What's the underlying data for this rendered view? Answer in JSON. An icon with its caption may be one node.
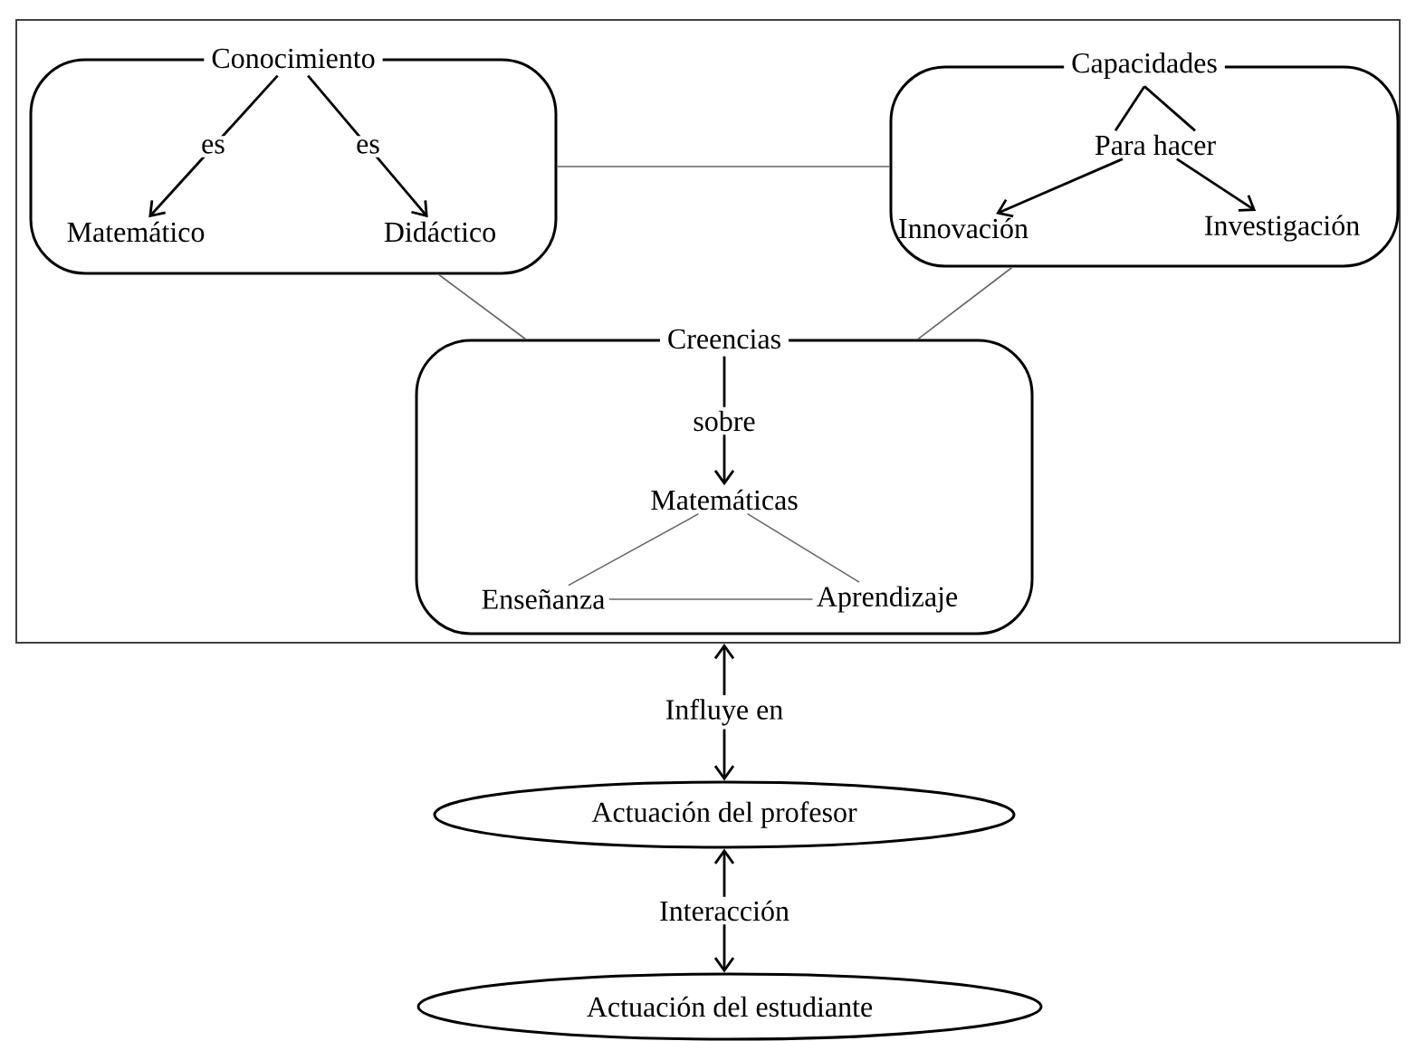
{
  "diagram": {
    "nodes": [
      {
        "text": [],
        "shape": "box"
      },
      {
        "text": [
          "Conocimiento"
        ],
        "in": 0
      },
      {
        "text": [
          "Matemático"
        ],
        "in": 1
      },
      {
        "text": [
          "Didáctico"
        ],
        "in": 1
      },
      {
        "text": [
          "Capacidades"
        ],
        "in": 0
      },
      {
        "text": [
          "Para hacer"
        ],
        "in": 4
      },
      {
        "text": [
          "Innovación"
        ],
        "in": 4
      },
      {
        "text": [
          "Investigación"
        ],
        "in": 4
      },
      {
        "text": [
          "Creencias"
        ],
        "in": 0
      },
      {
        "text": [
          "Matemáticas"
        ],
        "in": 8
      },
      {
        "text": [
          "Enseñanza"
        ],
        "in": 8
      },
      {
        "text": [
          "Aprendizaje"
        ],
        "in": 8
      },
      {
        "text": [
          "Actuación del profesor"
        ]
      },
      {
        "text": [
          "Actuación del estudiante"
        ]
      }
    ],
    "edges": [
      {
        "from": 1,
        "to": 2,
        "arrow": "to",
        "label": "es"
      },
      {
        "from": 1,
        "to": 3,
        "arrow": "to",
        "label": "es"
      },
      {
        "from": 1,
        "to": 4,
        "arrow": "none",
        "color": "#666666"
      },
      {
        "from": 1,
        "to": 8,
        "arrow": "none",
        "color": "#666666"
      },
      {
        "from": 4,
        "to": 8,
        "arrow": "none",
        "color": "#666666"
      },
      {
        "from": 4,
        "to": 5,
        "arrow": "none"
      },
      {
        "from": 4,
        "to": 5,
        "arrow": "none"
      },
      {
        "from": 5,
        "to": 6,
        "arrow": "to"
      },
      {
        "from": 5,
        "to": 7,
        "arrow": "to"
      },
      {
        "from": 8,
        "to": 9,
        "arrow": "to",
        "label": "sobre"
      },
      {
        "from": 9,
        "to": 10,
        "arrow": "none",
        "color": "#666666"
      },
      {
        "from": 9,
        "to": 11,
        "arrow": "none",
        "color": "#666666"
      },
      {
        "from": 10,
        "to": 11,
        "arrow": "none",
        "color": "#666666"
      },
      {
        "from": 0,
        "to": 12,
        "arrow": "both",
        "label": "Influye en"
      },
      {
        "from": 12,
        "to": 13,
        "arrow": "both",
        "label": "Interacción"
      }
    ]
  }
}
